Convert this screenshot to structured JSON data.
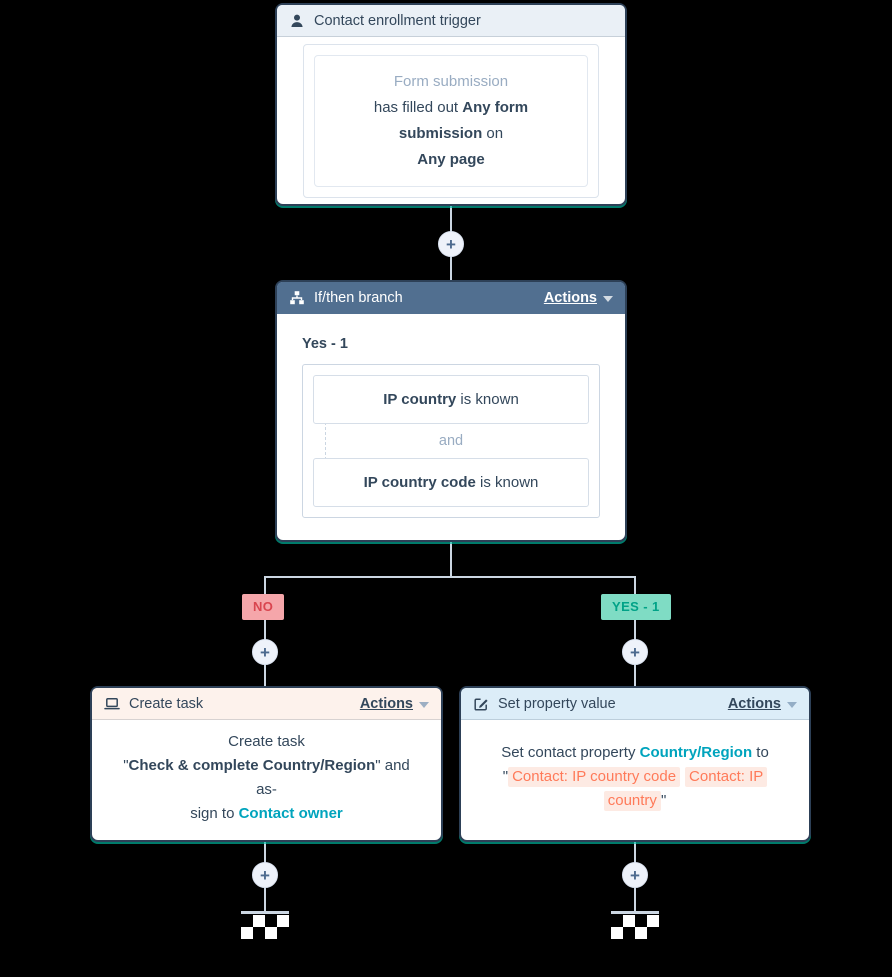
{
  "plus_label": "+",
  "badges": {
    "no": "NO",
    "yes": "YES - 1"
  },
  "cards": {
    "trigger": {
      "title": "Contact enrollment trigger",
      "filter_label": "Form submission",
      "line1_pre": "has filled out ",
      "line1_bold": "Any form submission",
      "line1_post": " on",
      "line2_bold": "Any page"
    },
    "if_then": {
      "title": "If/then branch",
      "actions_label": "Actions",
      "branch_label": "Yes - 1",
      "cond1_bold": "IP country",
      "cond1_rest": " is known",
      "operator": "and",
      "cond2_bold": "IP country code",
      "cond2_rest": " is known"
    },
    "create_task": {
      "title": "Create task",
      "actions_label": "Actions",
      "line1": "Create task",
      "line2_quote": "\"",
      "line2_bold": "Check & complete Country/Region",
      "line2_post": "\" and as-",
      "line3_pre": "sign to ",
      "line3_link": "Contact owner"
    },
    "set_property": {
      "title": "Set property value",
      "actions_label": "Actions",
      "line1_pre": "Set contact property ",
      "line1_link": "Country/Region",
      "line1_post": " to",
      "open_quote": "\"",
      "token1": "Contact: IP country code",
      "token2a": "Contact: IP",
      "token2b": "country",
      "close_quote": "\""
    }
  },
  "colors": {
    "accent_teal": "#00a4bd",
    "accent_orange": "#ff7a59",
    "header_dark_blue": "#516f90",
    "connector_line": "#cbd6e2",
    "card_border": "#2d4057",
    "no_badge_bg": "#f5a6aa",
    "no_badge_text": "#d9454f",
    "yes_badge_bg": "#7fdcc4",
    "yes_badge_text": "#00a287"
  }
}
